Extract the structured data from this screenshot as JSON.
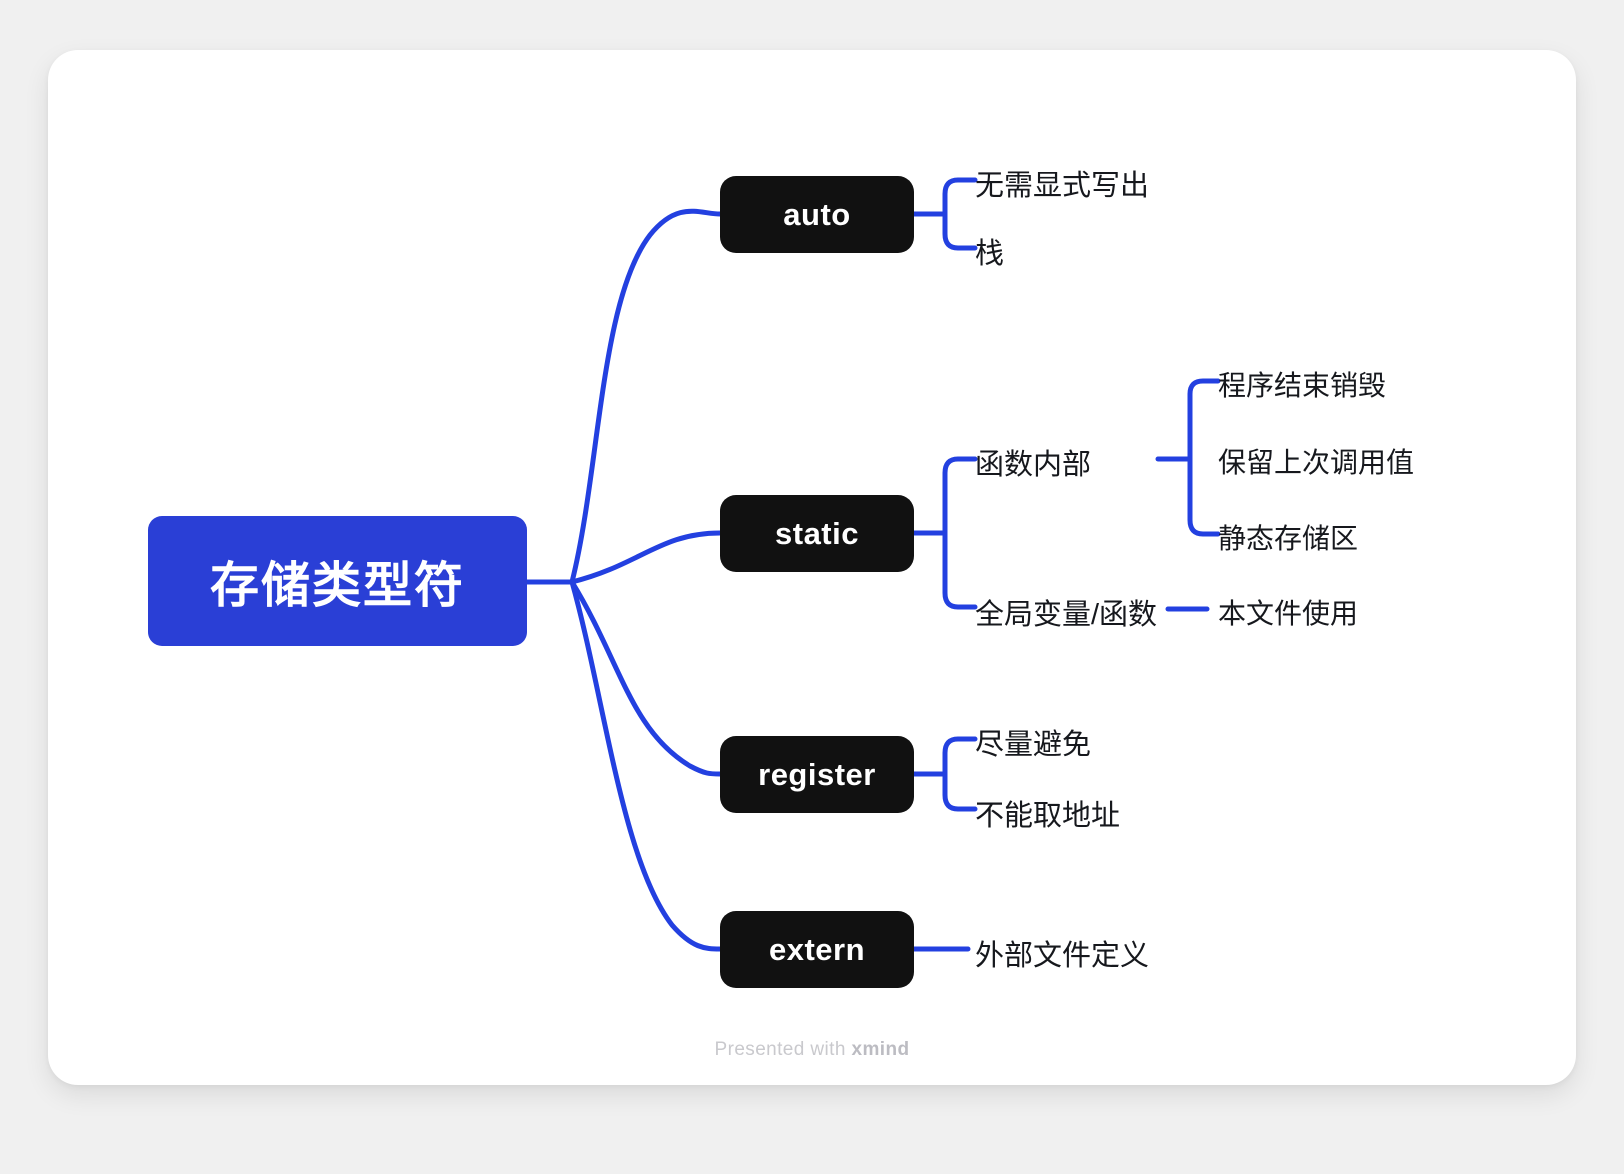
{
  "canvas": {
    "background_color": "#f0f0f0",
    "card_color": "#ffffff",
    "accent_color": "#2a3fd6",
    "topic_color": "#111111",
    "line_color": "#2340e0"
  },
  "root": {
    "label": "存储类型符"
  },
  "branches": [
    {
      "label": "auto",
      "children": [
        {
          "label": "无需显式写出",
          "children": []
        },
        {
          "label": "栈",
          "children": []
        }
      ]
    },
    {
      "label": "static",
      "children": [
        {
          "label": "函数内部",
          "children": [
            {
              "label": "程序结束销毁"
            },
            {
              "label": "保留上次调用值"
            },
            {
              "label": "静态存储区"
            }
          ]
        },
        {
          "label": "全局变量/函数",
          "children": [
            {
              "label": "本文件使用"
            }
          ]
        }
      ]
    },
    {
      "label": "register",
      "children": [
        {
          "label": "尽量避免",
          "children": []
        },
        {
          "label": "不能取地址",
          "children": []
        }
      ]
    },
    {
      "label": "extern",
      "children": [
        {
          "label": "外部文件定义",
          "children": []
        }
      ]
    }
  ],
  "footer": {
    "prefix": "Presented with ",
    "brand": "xmind"
  }
}
